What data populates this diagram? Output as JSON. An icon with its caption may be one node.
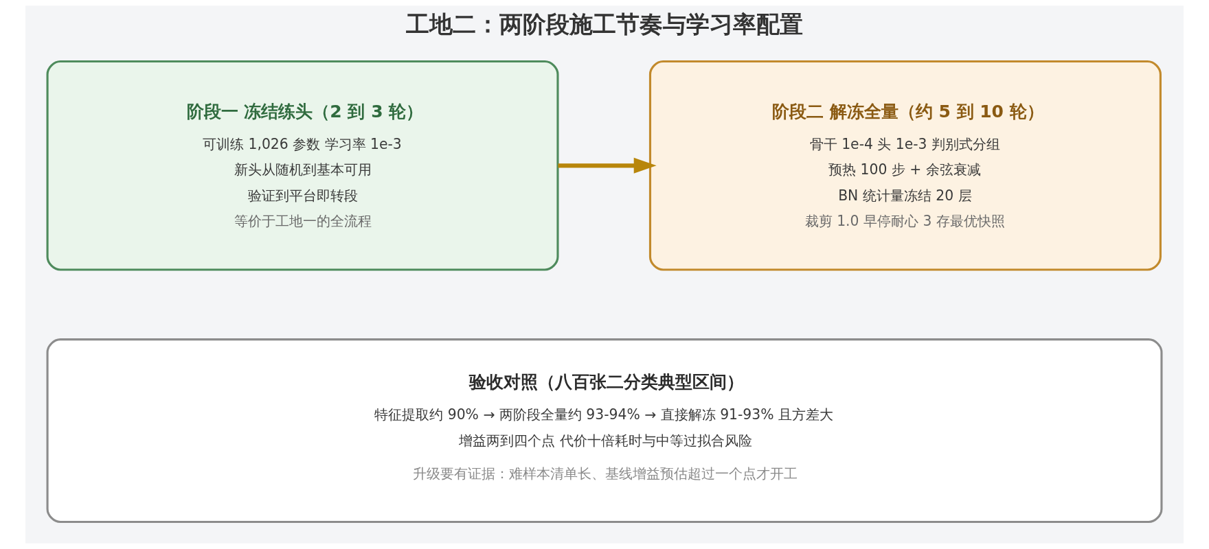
{
  "diagram": {
    "title": "工地二：两阶段施工节奏与学习率配置",
    "nodes": [
      {
        "text": [
          "阶段一 冻结练头（2 到 3 轮）",
          "可训练 1,026 参数 学习率 1e-3",
          "新头从随机到基本可用",
          "验证到平台即转段",
          "等价于工地一的全流程"
        ]
      },
      {
        "text": [
          "阶段二 解冻全量（约 5 到 10 轮）",
          "骨干 1e-4 头 1e-3 判别式分组",
          "预热 100 步 + 余弦衰减",
          "BN 统计量冻结 20 层",
          "裁剪 1.0 早停耐心 3 存最优快照"
        ]
      },
      {
        "text": [
          "验收对照（八百张二分类典型区间）",
          "特征提取约 90% → 两阶段全量约 93-94% → 直接解冻 91-93% 且方差大",
          "增益两到四个点 代价十倍耗时与中等过拟合风险",
          "升级要有证据：难样本清单长、基线增益预估超过一个点才开工"
        ]
      }
    ],
    "edges": [
      {
        "from": 0,
        "to": 1,
        "arrow": "to",
        "color": "#b8860b"
      }
    ]
  }
}
